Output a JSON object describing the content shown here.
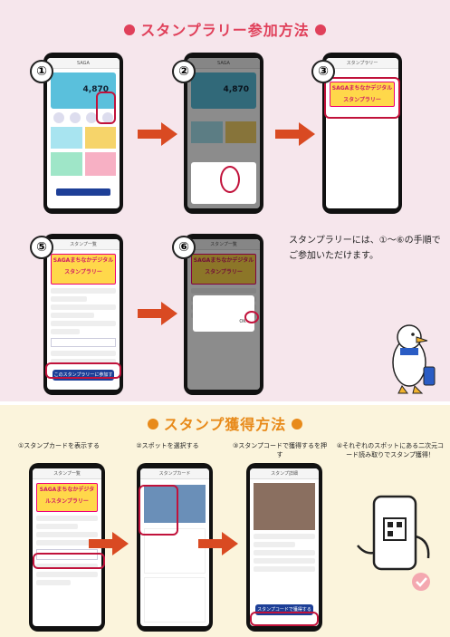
{
  "section1": {
    "title": "スタンプラリー参加方法",
    "dot_color": "#e0405a",
    "steps": [
      "①",
      "②",
      "③",
      "⑤",
      "⑥"
    ],
    "instruction": "スタンプラリーには、①〜⑥の手順でご参加いただけます。"
  },
  "section2": {
    "title": "スタンプ獲得方法",
    "dot_color": "#e88a1a",
    "captions": [
      "①スタンプカードを表示する",
      "②スポットを選択する",
      "③スタンプコードで獲得するを押す",
      "④それぞれのスポットにある二次元コード読み取りでスタンプ獲得！"
    ]
  },
  "app": {
    "points": "4,870",
    "banner": "SAGAまちなかデジタルスタンプラリー",
    "join_button": "このスタンプラリーに参加する",
    "get_button": "スタンプコードで獲得する",
    "ok": "OK"
  },
  "colors": {
    "arrow": "#d94a22",
    "highlight": "#c1123b",
    "button": "#1d3f97"
  }
}
